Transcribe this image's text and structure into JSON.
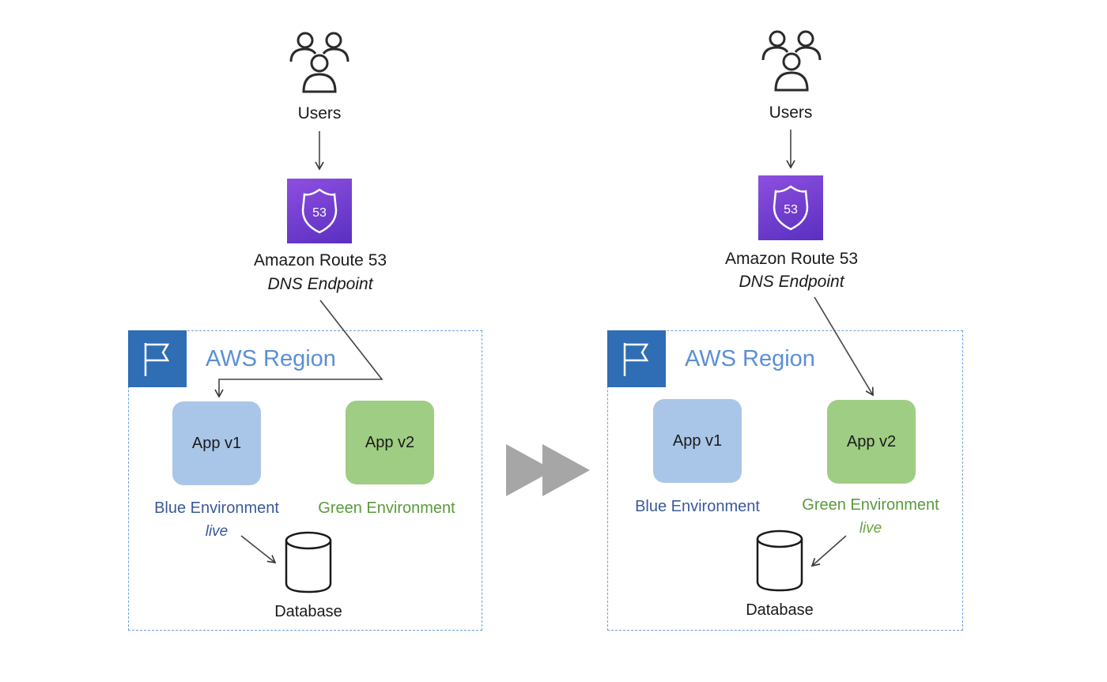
{
  "panels": [
    {
      "users_label": "Users",
      "route53_label": "Amazon Route 53",
      "dns_label": "DNS Endpoint",
      "route53_badge": "53",
      "region_label": "AWS Region",
      "app_v1_label": "App v1",
      "app_v2_label": "App v2",
      "blue_env_label": "Blue Environment",
      "green_env_label": "Green Environment",
      "live_label": "live",
      "database_label": "Database",
      "live_environment": "blue"
    },
    {
      "users_label": "Users",
      "route53_label": "Amazon Route 53",
      "dns_label": "DNS Endpoint",
      "route53_badge": "53",
      "region_label": "AWS Region",
      "app_v1_label": "App v1",
      "app_v2_label": "App v2",
      "blue_env_label": "Blue Environment",
      "green_env_label": "Green Environment",
      "live_label": "live",
      "database_label": "Database",
      "live_environment": "green"
    }
  ],
  "colors": {
    "region_border": "#6ea0d8",
    "region_icon": "#2f6db5",
    "blue_app": "#a9c6e8",
    "green_app": "#9fcd83",
    "blue_text": "#3b5998",
    "green_text": "#5a9a3c",
    "route53_purple": "#7a45d6",
    "transition_arrow": "#a6a6a6"
  }
}
